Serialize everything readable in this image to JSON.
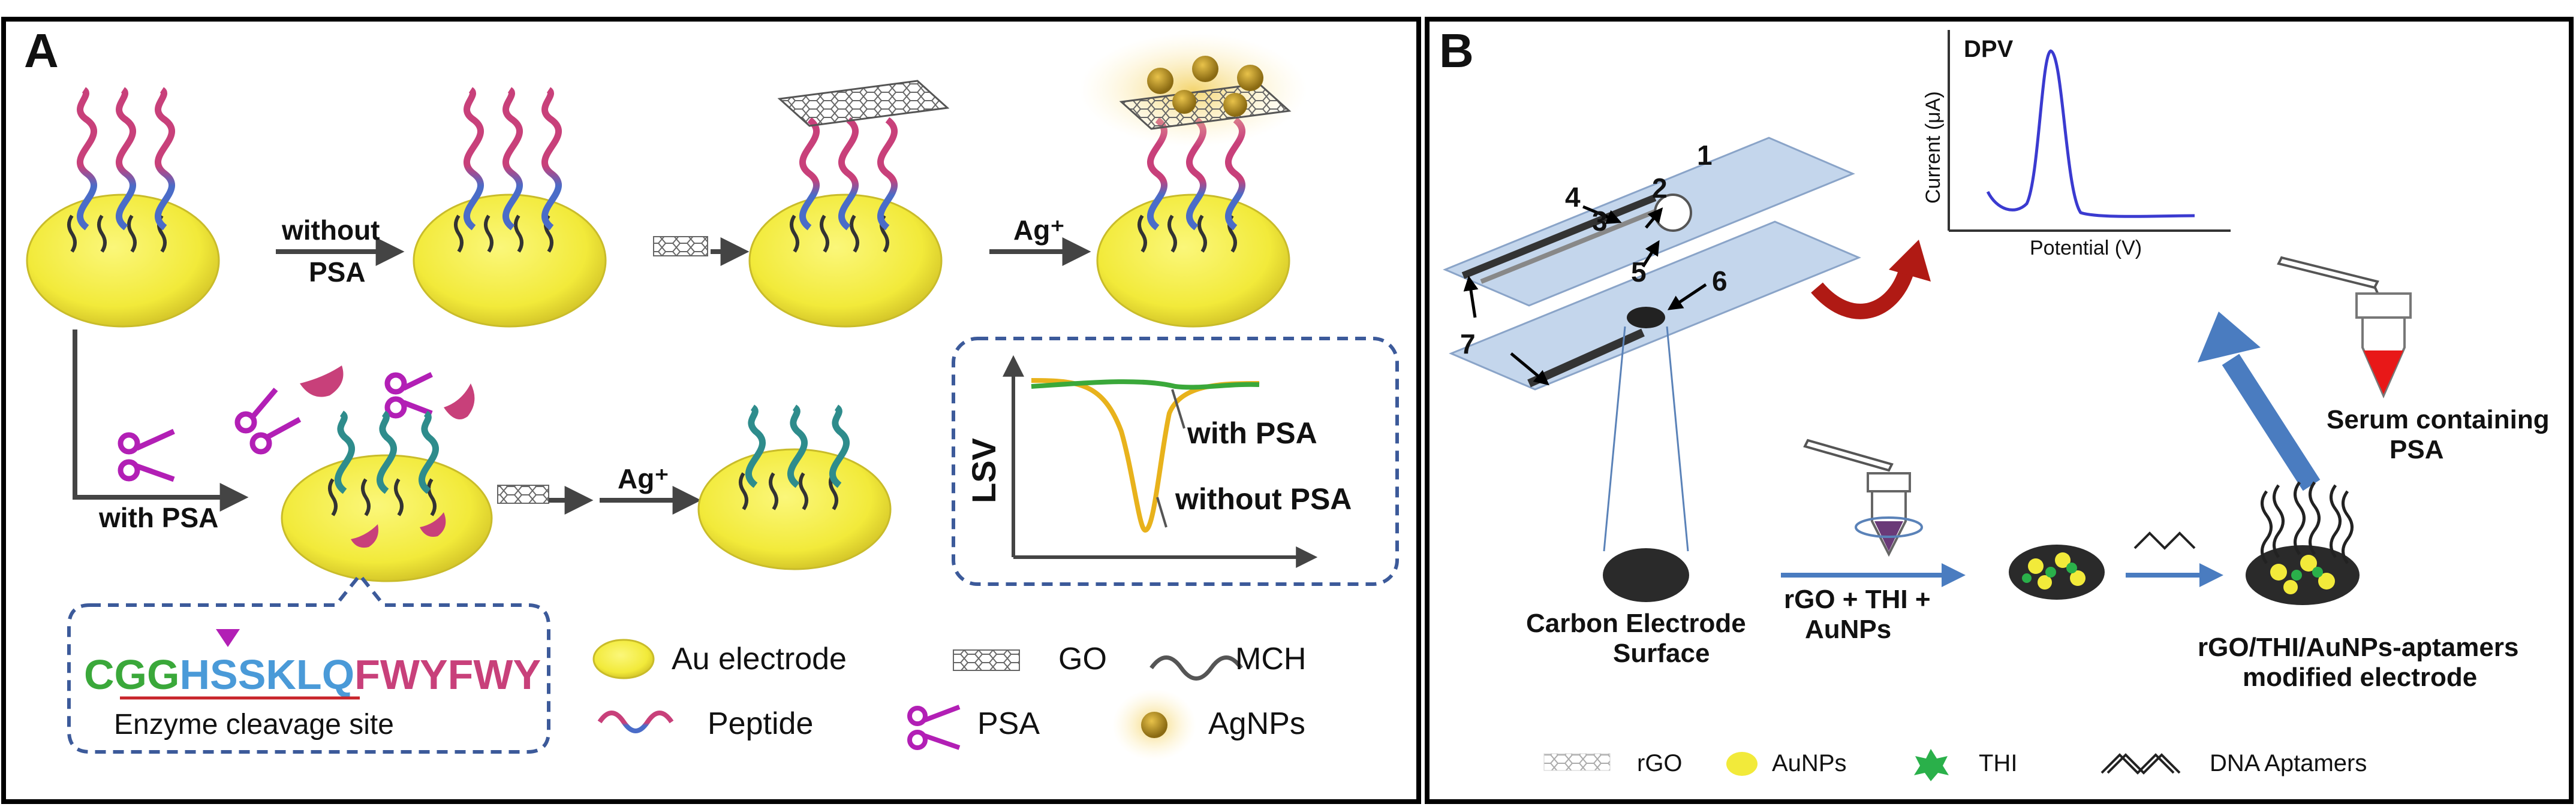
{
  "panel_a": {
    "letter": "A",
    "without_psa_top": "without",
    "without_psa_bottom": "PSA",
    "ag_label_1": "Ag⁺",
    "with_psa": "with PSA",
    "ag_label_2": "Ag⁺",
    "lsv": {
      "ylabel": "LSV",
      "with_psa": "with PSA",
      "without_psa": "without PSA"
    },
    "sequence": {
      "part_green": "CGG",
      "part_blue": "HSSKLQ",
      "part_pink": "FWYFWY",
      "caption": "Enzyme cleavage site"
    },
    "legend": {
      "au_electrode": "Au electrode",
      "go": "GO",
      "mch": "MCH",
      "peptide": "Peptide",
      "psa": "PSA",
      "agnps": "AgNPs"
    }
  },
  "panel_b": {
    "letter": "B",
    "dpv": {
      "title": "DPV",
      "ylabel": "Current (μA)",
      "xlabel": "Potential (V)"
    },
    "numbers": [
      "1",
      "2",
      "3",
      "4",
      "5",
      "6",
      "7"
    ],
    "serum_line1": "Serum containing",
    "serum_line2": "PSA",
    "carbon_line1": "Carbon Electrode",
    "carbon_line2": "Surface",
    "rgo_line1": "rGO + THI +",
    "rgo_line2": "AuNPs",
    "mod_line1": "rGO/THI/AuNPs-aptamers",
    "mod_line2": "modified electrode",
    "legend": {
      "rgo": "rGO",
      "aunps": "AuNPs",
      "thi": "THI",
      "aptamers": "DNA Aptamers"
    }
  },
  "colors": {
    "electrode_yellow": "#f2ea3a",
    "peptide_pink": "#c8407a",
    "peptide_blue": "#4a6cc8",
    "peptide_teal": "#2e8c8c",
    "psa_magenta": "#b21fb5",
    "dashed_blue": "#3c5a9a",
    "lsv_yellow": "#e8b21c",
    "lsv_green": "#3aa83a",
    "dpv_blue": "#3a3ad0",
    "arrow_red": "#b01a14",
    "arrow_blue": "#4a7cc0",
    "tube_red": "#e81818",
    "seq_green": "#3aa83a",
    "seq_blue": "#4a9ad8",
    "seq_pink": "#c8407a"
  }
}
